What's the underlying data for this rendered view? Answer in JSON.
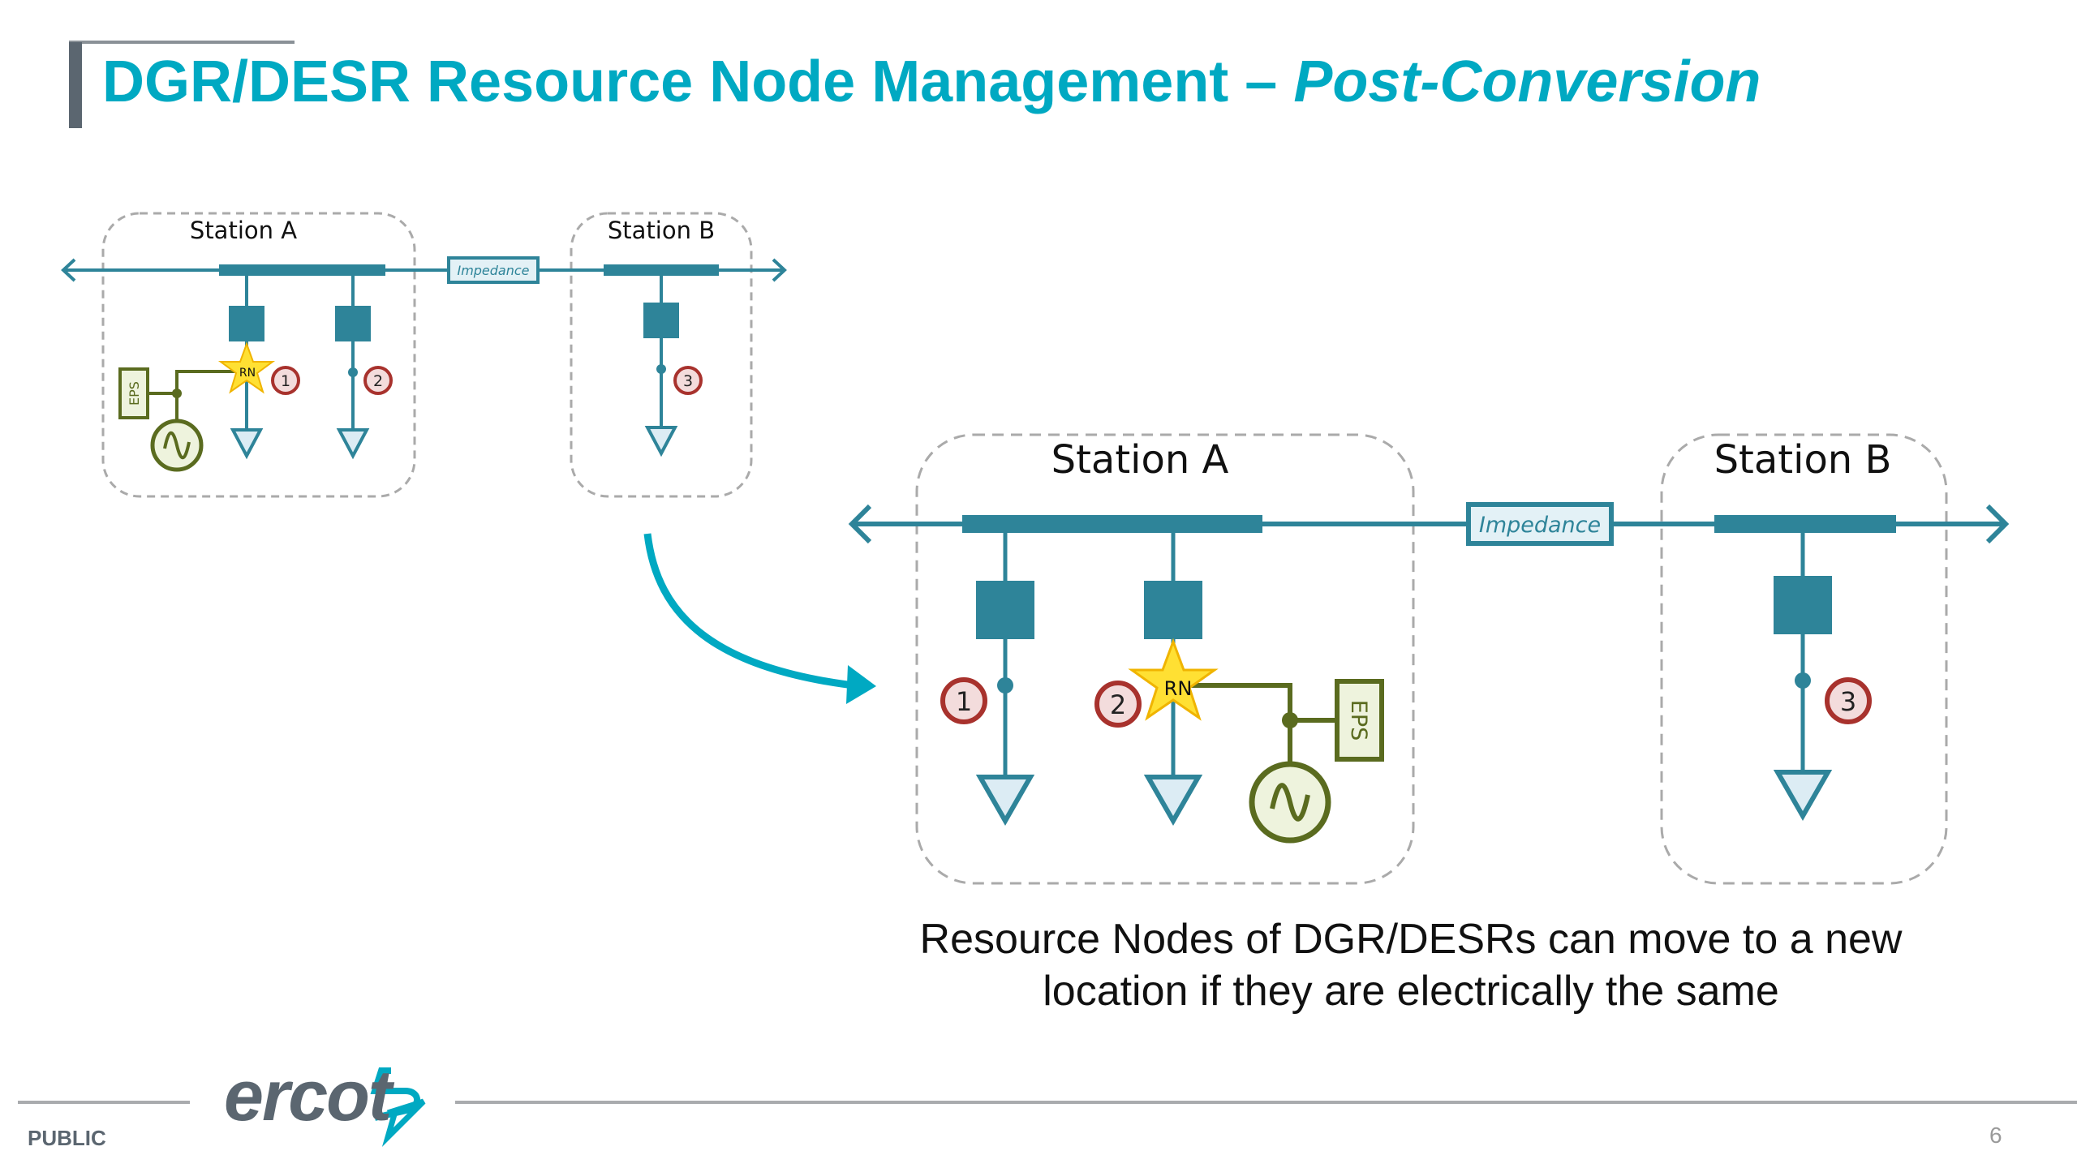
{
  "slide": {
    "title_main": "DGR/DESR Resource Node Management – ",
    "title_italic": "Post-Conversion",
    "caption_line1": "Resource Nodes of DGR/DESRs can move to a new",
    "caption_line2": "location if they are electrically the same",
    "footer": {
      "classification": "PUBLIC",
      "logo_text": "ercot",
      "page_number": "6"
    }
  },
  "colors": {
    "title": "#00a9c2",
    "bus": "#2e8499",
    "generator": "#5a6b1f",
    "node_circle": "#a8322d",
    "star": "#ffd700",
    "arrow": "#00a9c2"
  },
  "diagram_before": {
    "station_a": "Station A",
    "station_b": "Station B",
    "impedance": "Impedance",
    "eps": "EPS",
    "rn": "RN",
    "nodes": [
      "1",
      "2",
      "3"
    ]
  },
  "diagram_after": {
    "station_a": "Station A",
    "station_b": "Station B",
    "impedance": "Impedance",
    "eps": "EPS",
    "rn": "RN",
    "nodes": [
      "1",
      "2",
      "3"
    ]
  }
}
